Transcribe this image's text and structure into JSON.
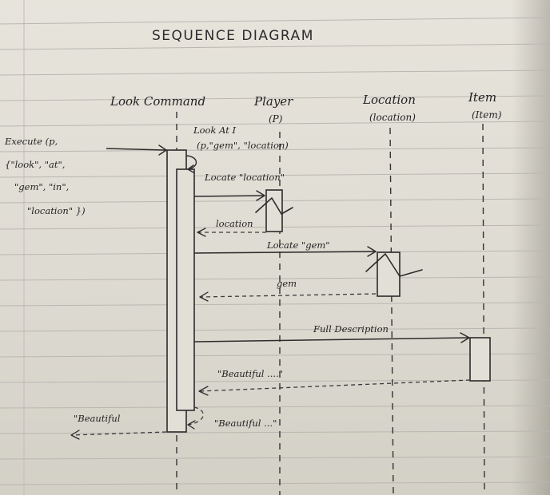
{
  "title": "SEQUENCE DIAGRAM",
  "participants": [
    {
      "name": "Look Command",
      "sub": ""
    },
    {
      "name": "Player",
      "sub": "(P)"
    },
    {
      "name": "Location",
      "sub": "(location)"
    },
    {
      "name": "Item",
      "sub": "(Item)"
    }
  ],
  "call": {
    "lines": [
      "Execute (p,",
      "{\"look\", \"at\",",
      "\"gem\", \"in\",",
      "\"location\" })"
    ]
  },
  "self_call": {
    "lines": [
      "Look At I",
      "(p,\"gem\", \"location)"
    ]
  },
  "messages": {
    "locate_location": "Locate \"location\"",
    "ret_location": "location",
    "locate_gem": "Locate \"gem\"",
    "ret_gem": "gem",
    "full_description": "Full Description",
    "ret_beautiful_item": "\"Beautiful ....\"",
    "ret_beautiful_self": "\"Beautiful ...\"",
    "ret_beautiful_caller": "\"Beautiful"
  }
}
